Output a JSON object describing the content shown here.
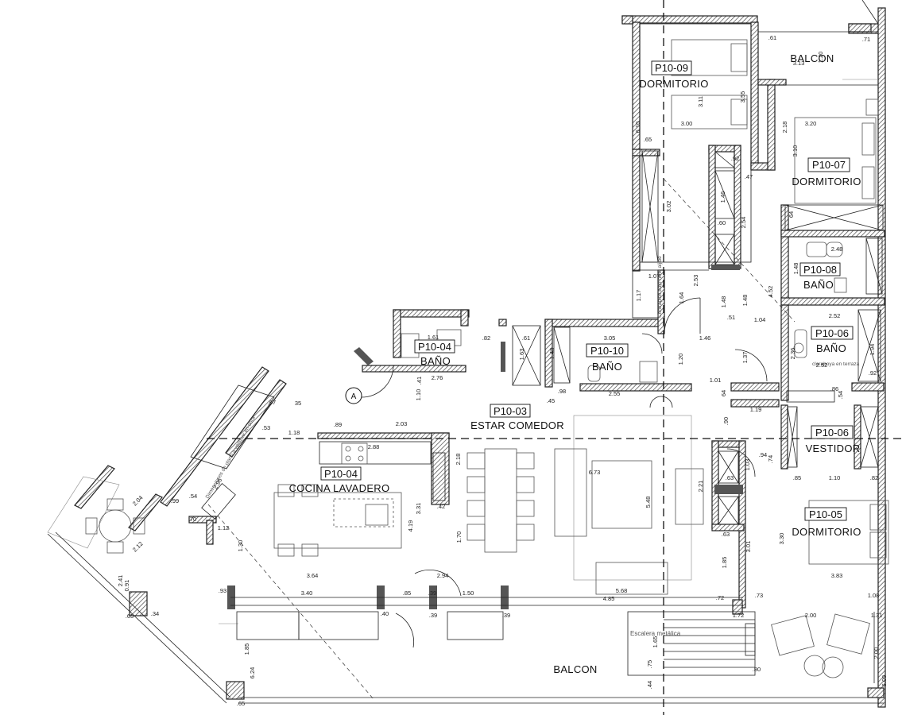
{
  "rooms": [
    {
      "code": "P10-09",
      "name": "DORMITORIO"
    },
    {
      "code": "P10-07",
      "name": "DORMITORIO"
    },
    {
      "code": "P10-08",
      "name": "BAÑO"
    },
    {
      "code": "P10-04",
      "name": "BAÑO"
    },
    {
      "code": "P10-10",
      "name": "BAÑO"
    },
    {
      "code": "P10-06",
      "name": "BAÑO"
    },
    {
      "code": "P10-03",
      "name": "ESTAR COMEDOR"
    },
    {
      "code": "P10-06",
      "name": "VESTIDOR"
    },
    {
      "code": "P10-04",
      "name": "COCINA LAVADERO"
    },
    {
      "code": "P10-05",
      "name": "DORMITORIO"
    }
  ],
  "balcony_labels": [
    "BALCON",
    "BALCON"
  ],
  "section_marker": "A",
  "notes": {
    "stair": "Escalera metálica",
    "skylight": "claraboya en terraza",
    "verify": "Dimensiones de plano a verificar en obra",
    "counterweight": "Contrapiso bajo nivel aljibe"
  },
  "dimensions": [
    ".61",
    ".71",
    "1.20",
    "3.13",
    "3.11",
    "3.55",
    "3.00",
    "6.10",
    ".65",
    "2.18",
    "3.20",
    "3.10",
    ".92",
    ".47",
    "1.46",
    "3.02",
    "2.54",
    ".60",
    "2.48",
    "64",
    "1.48",
    "1.07",
    "1.17",
    "2.53",
    "1.64",
    "1.48",
    "1.48",
    "4.52",
    "2.52",
    ".51",
    "1.04",
    "1.61",
    ".82",
    ".61",
    "1.63",
    "1.48",
    "3.05",
    "2.36",
    "1.94",
    "1.46",
    "1.37",
    "1.20",
    "2.76",
    "1.10",
    ".41",
    ".45",
    ".98",
    "2.55",
    "1.01",
    "64",
    "1.19",
    ".86",
    ".54",
    ".92",
    "2.52",
    "35",
    ".67",
    ".53",
    "1.18",
    ".89",
    "2.03",
    "2.88",
    "2.18",
    ".90",
    ".74",
    ".94",
    "1.03",
    ".85",
    "1.10",
    ".82",
    "2.96",
    "6.73",
    "5.48",
    "2.21",
    ".63",
    "3.31",
    "4.19",
    ".42",
    "1.70",
    "2.04",
    ".99",
    ".54",
    ".70",
    "1.12",
    "1.30",
    "2.12",
    ".63",
    "3.01",
    "3.30",
    "3.64",
    "2.94",
    "1.85",
    "3.83",
    "2.41",
    "0.91",
    ".93",
    "3.40",
    ".85",
    ".39",
    "1.50",
    "5.68",
    "4.85",
    ".72",
    ".73",
    "1.08",
    ".65",
    ".34",
    ".40",
    ".39",
    ".39",
    "1.72",
    "2.00",
    "1.31",
    "1.85",
    "1.65",
    ".75",
    ".44",
    ".80",
    "2.00",
    "6.24",
    ".65",
    "6.09"
  ]
}
